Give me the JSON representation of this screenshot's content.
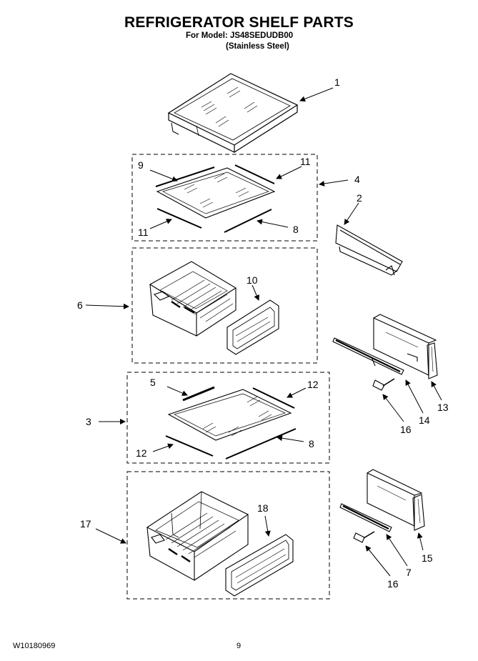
{
  "header": {
    "title": "REFRIGERATOR SHELF PARTS",
    "model_line": "For Model: JS48SEDUDB00",
    "finish_line": "(Stainless Steel)"
  },
  "callouts": [
    "1",
    "9",
    "11",
    "4",
    "2",
    "11",
    "8",
    "10",
    "6",
    "13",
    "14",
    "16",
    "5",
    "12",
    "3",
    "12",
    "8",
    "18",
    "17",
    "16",
    "7",
    "15"
  ],
  "footer": {
    "doc_number": "W10180969",
    "page_number": "9"
  }
}
